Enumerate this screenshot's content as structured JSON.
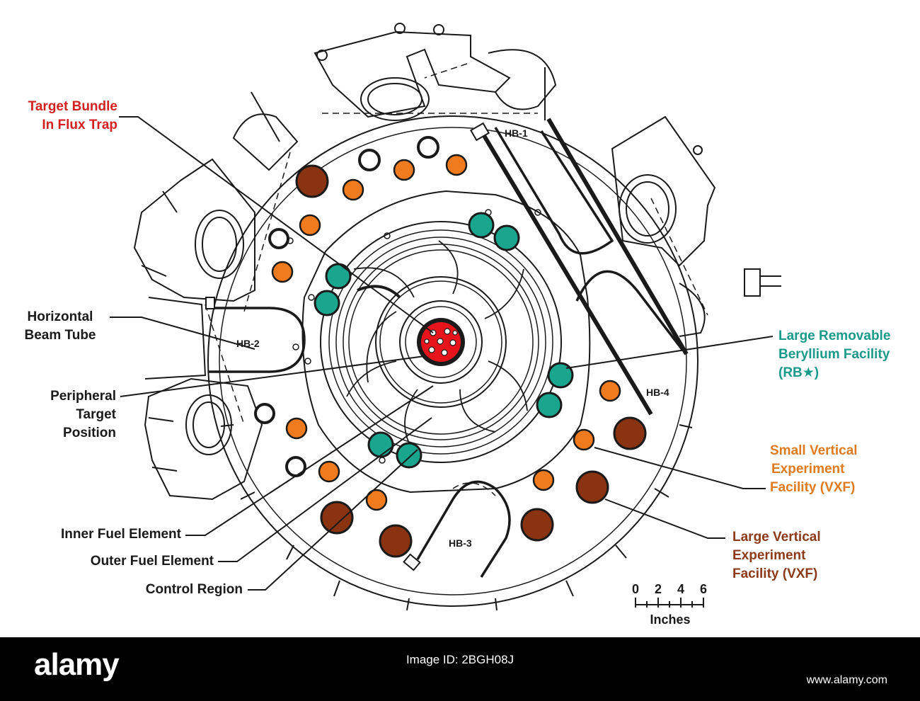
{
  "colors": {
    "red_label": "#d42020",
    "teal_label": "#1a9a8a",
    "orange_label": "#e07a1e",
    "brown_label": "#8c3a1a",
    "teal_fill": "#1aa58f",
    "orange_fill": "#f07a1e",
    "brown_fill": "#8a3312",
    "core_fill": "#e8141c",
    "ink": "#1a1a1a"
  },
  "labels": {
    "target_bundle": [
      "Target Bundle",
      "In Flux Trap"
    ],
    "horizontal_beam_tube": [
      "Horizontal",
      "Beam Tube"
    ],
    "peripheral_target": [
      "Peripheral",
      "Target",
      "Position"
    ],
    "inner_fuel": [
      "Inner Fuel Element"
    ],
    "outer_fuel": [
      "Outer Fuel Element"
    ],
    "control_region": [
      "Control Region"
    ],
    "large_removable_beryllium": [
      "Large Removable",
      "Beryllium Facility",
      "(RB★)"
    ],
    "small_vxf": [
      "Small Vertical",
      "Experiment",
      "Facility (VXF)"
    ],
    "large_vxf": [
      "Large Vertical",
      "Experiment",
      "Facility (VXF)"
    ]
  },
  "beam_tubes": {
    "hb1": "HB-1",
    "hb2": "HB-2",
    "hb3": "HB-3",
    "hb4": "HB-4"
  },
  "scale": {
    "ticks": [
      "0",
      "2",
      "4",
      "6"
    ],
    "unit": "Inches"
  },
  "footer": {
    "brand": "alamy",
    "image_id": "Image ID: 2BGH08J",
    "site": "www.alamy.com"
  }
}
